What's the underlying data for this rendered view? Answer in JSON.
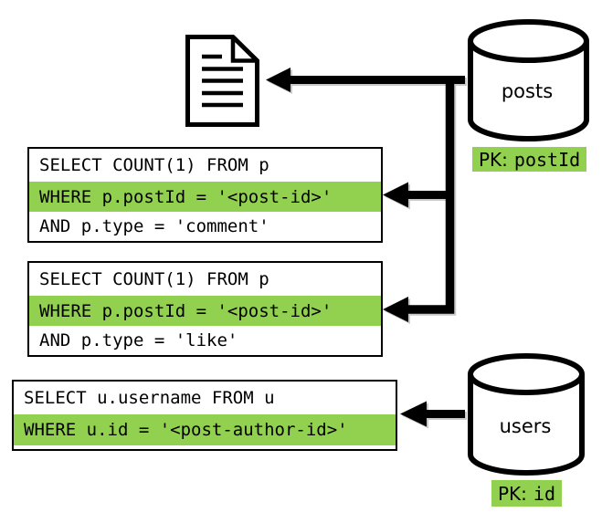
{
  "palette": {
    "highlight": "#92d050",
    "ink": "#000000",
    "paper": "#ffffff",
    "shadow": "#c9c9c9"
  },
  "icons": {
    "document": "document-icon",
    "database": "database-cylinder-icon",
    "arrow": "left-arrow"
  },
  "queries": [
    {
      "lines": [
        {
          "text": "SELECT COUNT(1) FROM p",
          "highlighted": false
        },
        {
          "text": "WHERE p.postId = '<post-id>'",
          "highlighted": true
        },
        {
          "text": "AND p.type = 'comment'",
          "highlighted": false
        }
      ]
    },
    {
      "lines": [
        {
          "text": "SELECT COUNT(1) FROM p",
          "highlighted": false
        },
        {
          "text": "WHERE p.postId = '<post-id>'",
          "highlighted": true
        },
        {
          "text": "AND p.type = 'like'",
          "highlighted": false
        }
      ]
    },
    {
      "lines": [
        {
          "text": "SELECT u.username FROM u",
          "highlighted": false
        },
        {
          "text": "WHERE u.id = '<post-author-id>'",
          "highlighted": true
        }
      ]
    }
  ],
  "databases": [
    {
      "label": "posts",
      "pk_label": "PK:",
      "pk_field": "postId"
    },
    {
      "label": "users",
      "pk_label": "PK:",
      "pk_field": "id"
    }
  ]
}
